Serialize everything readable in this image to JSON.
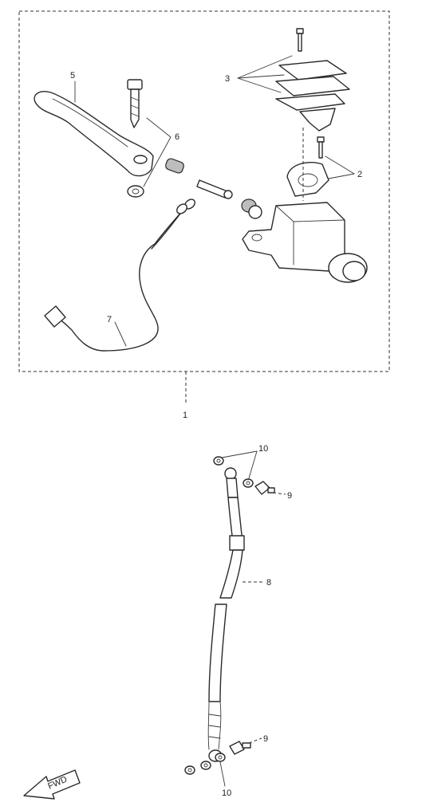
{
  "callouts": {
    "assembly": "1",
    "clamp_bolts": "2",
    "reservoir_cap": "3",
    "lever": "5",
    "pivot_bolt": "6",
    "switch_wire": "7",
    "brake_hose": "8",
    "union_bolt_top": "9",
    "union_bolt_bottom": "9",
    "washers_top": "10",
    "washers_bottom": "10"
  },
  "fwd_arrow": {
    "label": "FWD"
  }
}
